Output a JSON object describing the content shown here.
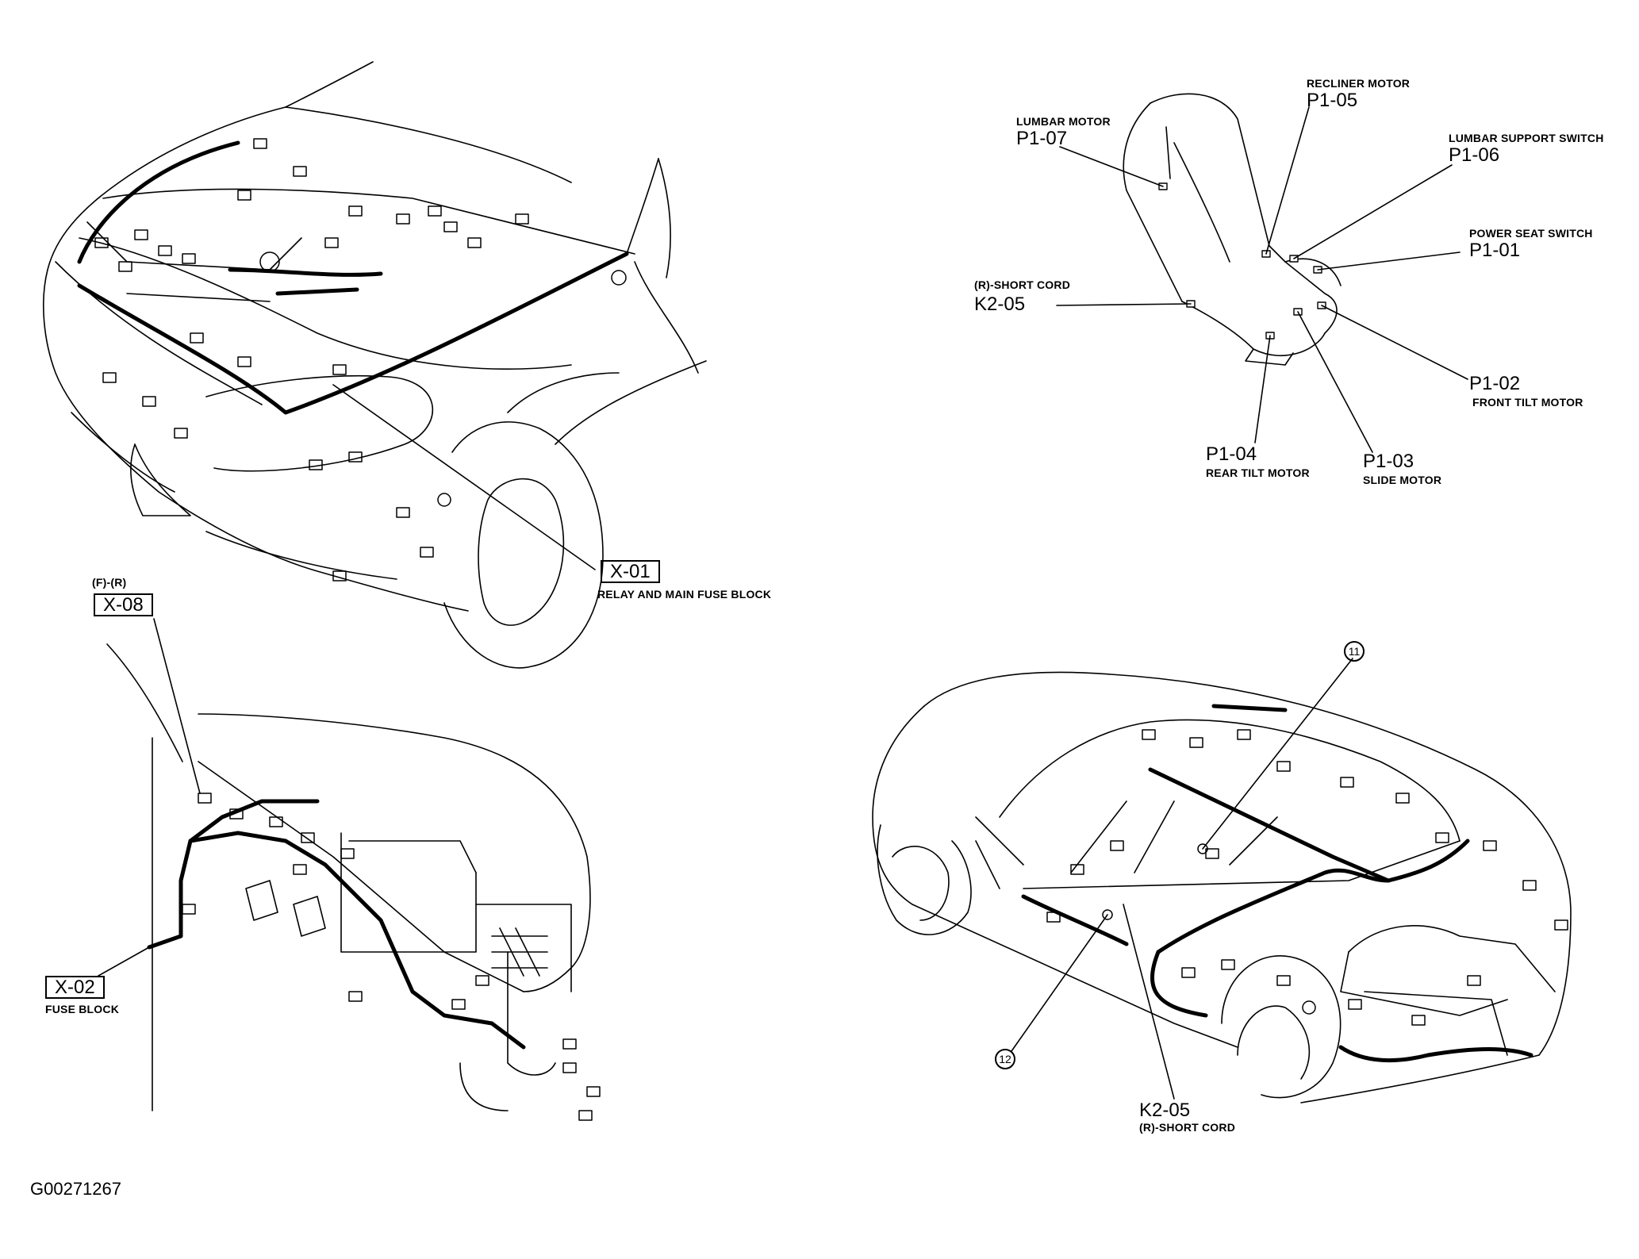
{
  "labels": {
    "x01": {
      "code": "X-01",
      "desc": "RELAY AND MAIN FUSE BLOCK"
    },
    "x08": {
      "prefix": "(F)-(R)",
      "code": "X-08"
    },
    "x02": {
      "code": "X-02",
      "desc": "FUSE BLOCK"
    },
    "p105": {
      "desc": "RECLINER MOTOR",
      "code": "P1-05"
    },
    "p107": {
      "desc": "LUMBAR MOTOR",
      "code": "P1-07"
    },
    "p106": {
      "desc": "LUMBAR SUPPORT SWITCH",
      "code": "P1-06"
    },
    "p101": {
      "desc": "POWER SEAT SWITCH",
      "code": "P1-01"
    },
    "k205_seat": {
      "desc": "(R)-SHORT CORD",
      "code": "K2-05"
    },
    "p102": {
      "code": "P1-02",
      "desc": "FRONT TILT MOTOR"
    },
    "p104": {
      "code": "P1-04",
      "desc": "REAR TILT MOTOR"
    },
    "p103": {
      "code": "P1-03",
      "desc": "SLIDE MOTOR"
    },
    "k205_car": {
      "code": "K2-05",
      "desc": "(R)-SHORT CORD"
    },
    "c11": "11",
    "c12": "12"
  },
  "figure_id": "G00271267"
}
